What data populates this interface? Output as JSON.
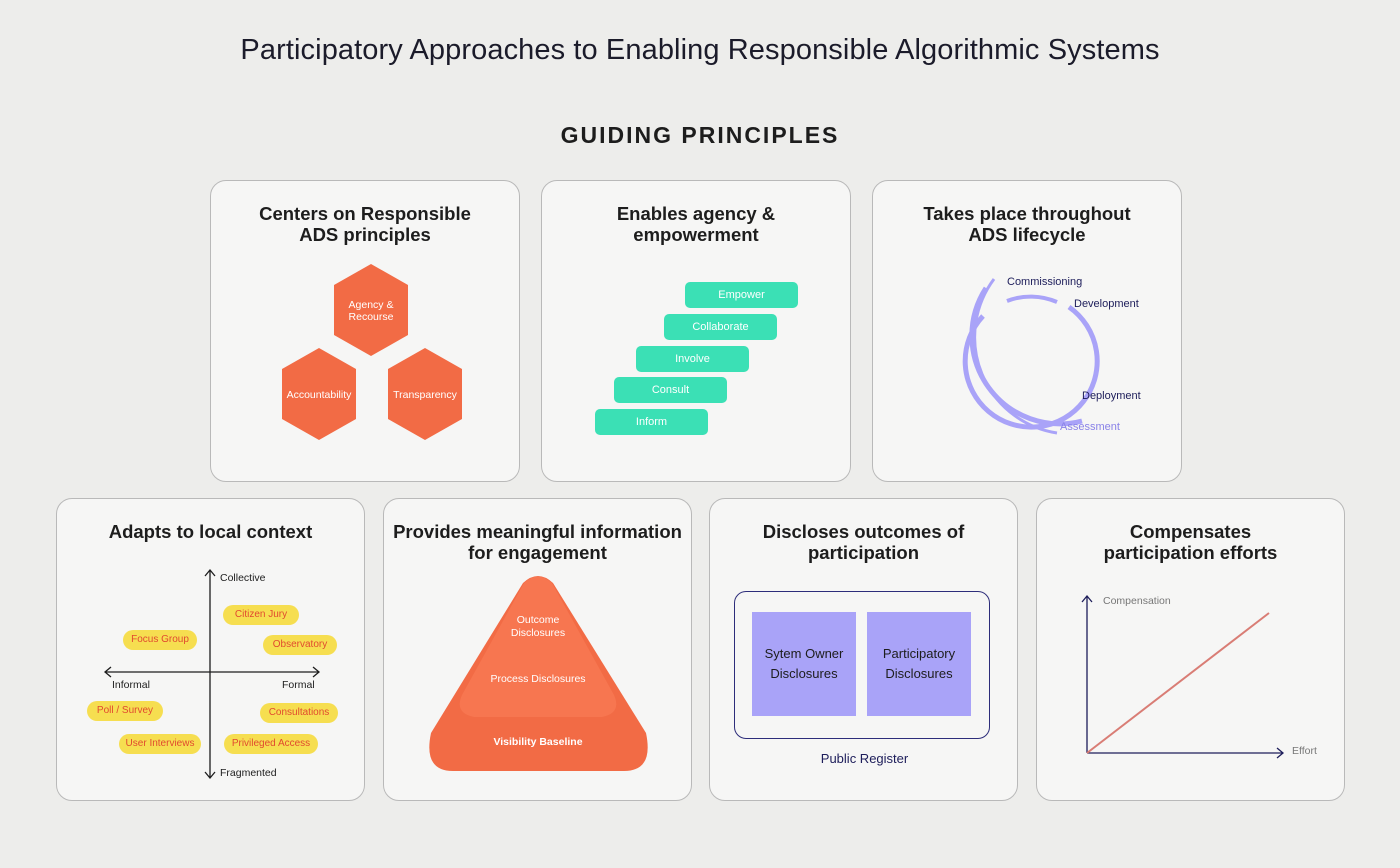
{
  "header": {
    "title": "Participatory Approaches to Enabling Responsible Algorithmic Systems",
    "section": "GUIDING PRINCIPLES"
  },
  "cards": {
    "responsible": {
      "title": "Centers on Responsible ADS principles",
      "hexagons": [
        "Agency & Recourse",
        "Accountability",
        "Transparency"
      ],
      "color": "#f26b45"
    },
    "agency": {
      "title": "Enables agency & empowerment",
      "steps": [
        "Empower",
        "Collaborate",
        "Involve",
        "Consult",
        "Inform"
      ],
      "color": "#3be0b5"
    },
    "lifecycle": {
      "title": "Takes place throughout ADS lifecycle",
      "stages": [
        "Commissioning",
        "Development",
        "Deployment",
        "Assessment"
      ],
      "color": "#a9a3f8"
    },
    "local_context": {
      "title": "Adapts to local context",
      "axes": {
        "top": "Collective",
        "bottom": "Fragmented",
        "left": "Informal",
        "right": "Formal"
      },
      "methods": [
        "Citizen Jury",
        "Focus Group",
        "Observatory",
        "Poll / Survey",
        "Consultations",
        "User Interviews",
        "Privileged Access"
      ],
      "tag_color": "#f6de50"
    },
    "information": {
      "title": "Provides meaningful information for engagement",
      "tiers": [
        "Outcome Disclosures",
        "Process Disclosures",
        "Visibility Baseline"
      ]
    },
    "outcomes": {
      "title": "Discloses outcomes of participation",
      "boxes": [
        "Sytem Owner Disclosures",
        "Participatory Disclosures"
      ],
      "register": "Public Register"
    },
    "compensation": {
      "title": "Compensates participation efforts",
      "y_label": "Compensation",
      "x_label": "Effort",
      "line_color": "#d97d75"
    }
  }
}
